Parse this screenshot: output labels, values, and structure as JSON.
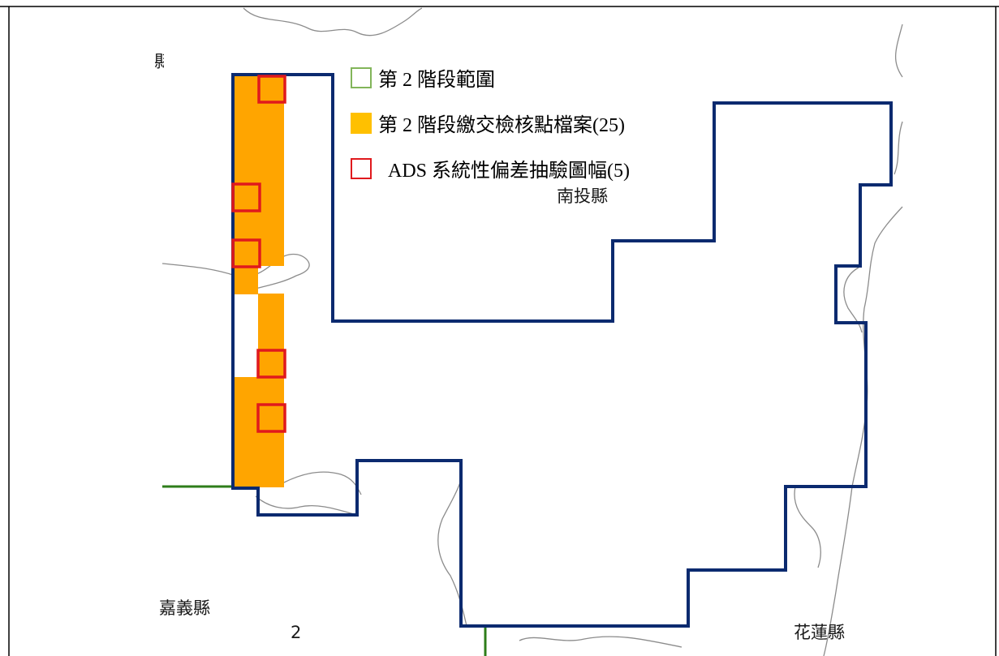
{
  "legend": {
    "stage_range": {
      "label": "第 2 階段範圍",
      "color": "#82b55a"
    },
    "checkpoint_files": {
      "label": "第 2 階段繳交檢核點檔案(25)",
      "color": "#ffc000"
    },
    "ads_sample": {
      "label": "ADS 系統性偏差抽驗圖幅(5)",
      "color": "#e0191d"
    }
  },
  "map_labels": {
    "nantou": "南投縣",
    "chiayi": "嘉義縣",
    "hualien": "花蓮縣",
    "number": "2",
    "edge_fragment": "縣"
  },
  "colors": {
    "boundary": "#0b2a6f",
    "tile_fill": "#ffa500",
    "sample_box": "#e0191d",
    "county_line": "#8c8c8c",
    "green_line": "#2e7d1a",
    "frame": "#000000"
  }
}
